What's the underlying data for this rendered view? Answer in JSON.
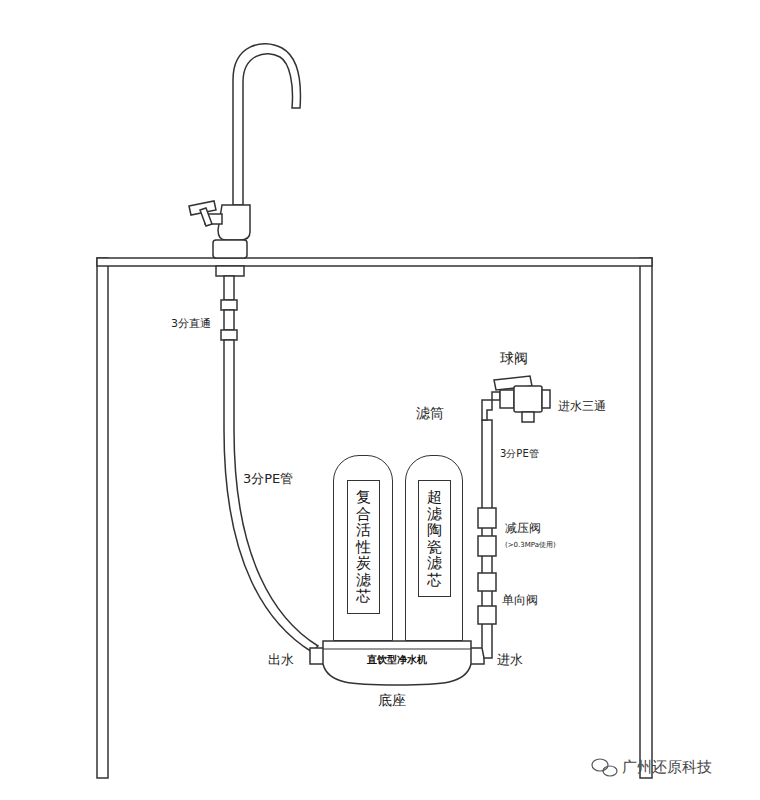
{
  "diagram": {
    "nodes": [
      {
        "text": [
          "复合活性炭滤芯"
        ]
      },
      {
        "text": [
          "超滤陶瓷滤芯"
        ]
      },
      {
        "text": [
          "直饮型净水机"
        ]
      }
    ],
    "labels": [
      "3分直通",
      "3分PE管",
      "球阀",
      "进水三通",
      "滤筒",
      "3分PE管",
      "减压阀",
      "(>0.3MPa使用)",
      "单向阀",
      "出水",
      "进水",
      "底座",
      "广州还原科技"
    ]
  }
}
